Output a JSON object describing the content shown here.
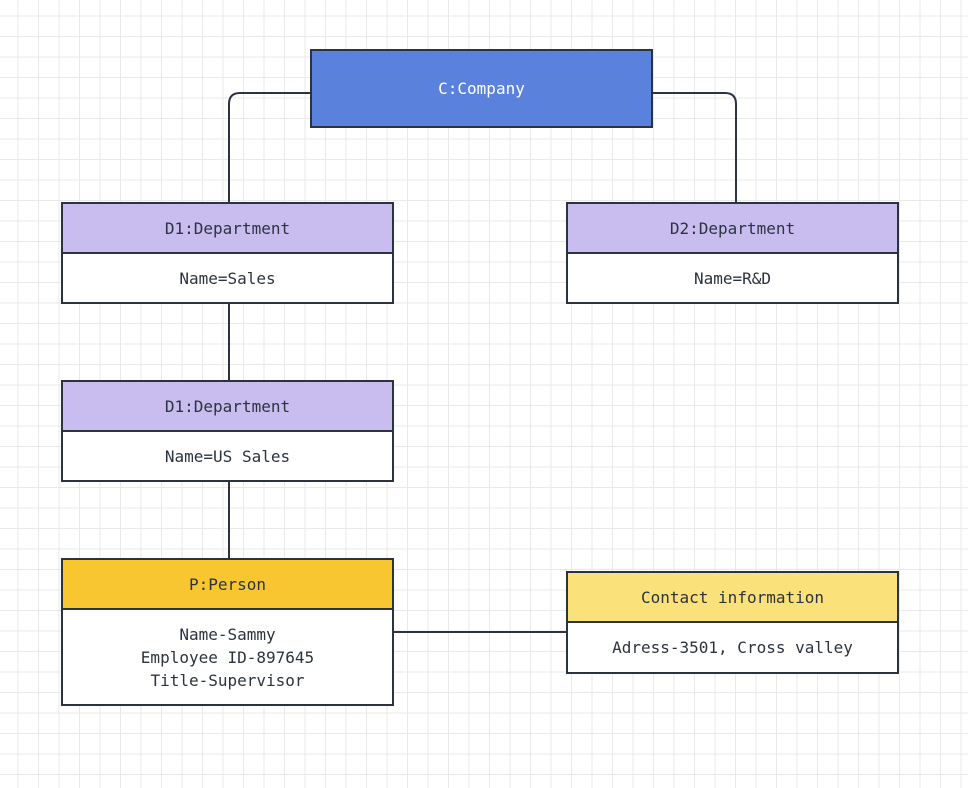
{
  "company": {
    "label": "C:Company",
    "color": "#5a82dd"
  },
  "departments": [
    {
      "id": "d1",
      "title": "D1:Department",
      "name": "Name=Sales",
      "color": "#c9bdf0"
    },
    {
      "id": "d2",
      "title": "D2:Department",
      "name": "Name=R&D",
      "color": "#c9bdf0"
    },
    {
      "id": "us",
      "title": "D1:Department",
      "name": "Name=US Sales",
      "color": "#c9bdf0"
    }
  ],
  "person": {
    "title": "P:Person",
    "color": "#f7c631",
    "lines": [
      "Name-Sammy",
      "Employee ID-897645",
      "Title-Supervisor"
    ]
  },
  "contact": {
    "title": "Contact information",
    "color": "#fbe17a",
    "address": "Adress-3501, Cross valley"
  },
  "line_color": "#2b3340",
  "grid_color": "#e9e9e9"
}
